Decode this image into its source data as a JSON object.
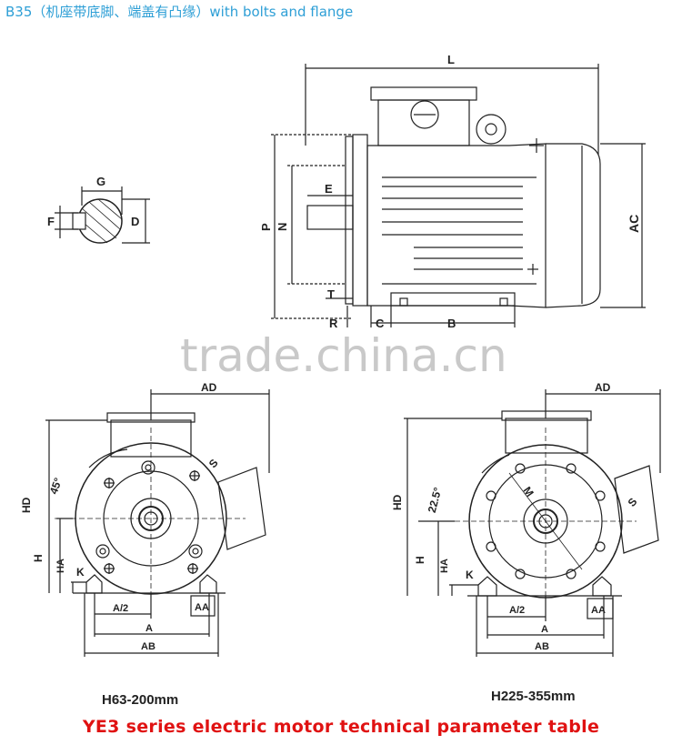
{
  "heading": "B35（机座带底脚、端盖有凸缘）with bolts and flange",
  "watermark": "trade.china.cn",
  "shaft_labels": {
    "g": "G",
    "f": "F",
    "d": "D"
  },
  "side_labels": {
    "l": "L",
    "e": "E",
    "p": "P",
    "n": "N",
    "t": "T",
    "r": "R",
    "c": "C",
    "b": "B",
    "ac": "AC"
  },
  "front_left_labels": {
    "ad": "AD",
    "hd": "HD",
    "h": "H",
    "ha": "HA",
    "k": "K",
    "s": "S",
    "angle": "45°",
    "a_half": "A/2",
    "aa": "AA",
    "a": "A",
    "ab": "AB"
  },
  "front_right_labels": {
    "ad": "AD",
    "hd": "HD",
    "h": "H",
    "ha": "HA",
    "k": "K",
    "s": "S",
    "m": "M",
    "angle": "22.5°",
    "a_half": "A/2",
    "aa": "AA",
    "a": "A",
    "ab": "AB"
  },
  "captions": {
    "left": "H63-200mm",
    "right": "H225-355mm"
  },
  "footer": "YE3 series electric motor technical parameter table"
}
